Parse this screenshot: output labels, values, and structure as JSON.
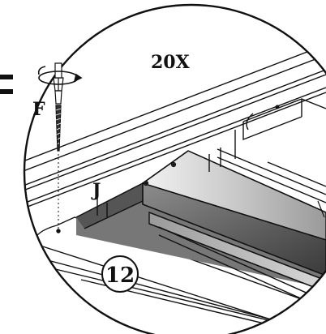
{
  "callout": {
    "quantity": "20X",
    "fastener_label": "F",
    "part_label": "J",
    "step_number": "12"
  },
  "icons": {
    "fastener": "screw-icon",
    "rotation": "rotate-clockwise-icon"
  },
  "colors": {
    "line": "#111111",
    "background": "#ffffff",
    "rail_dark": "#4a4a4a",
    "rail_mid": "#8a8a8a",
    "rail_light": "#c8c8c8"
  }
}
